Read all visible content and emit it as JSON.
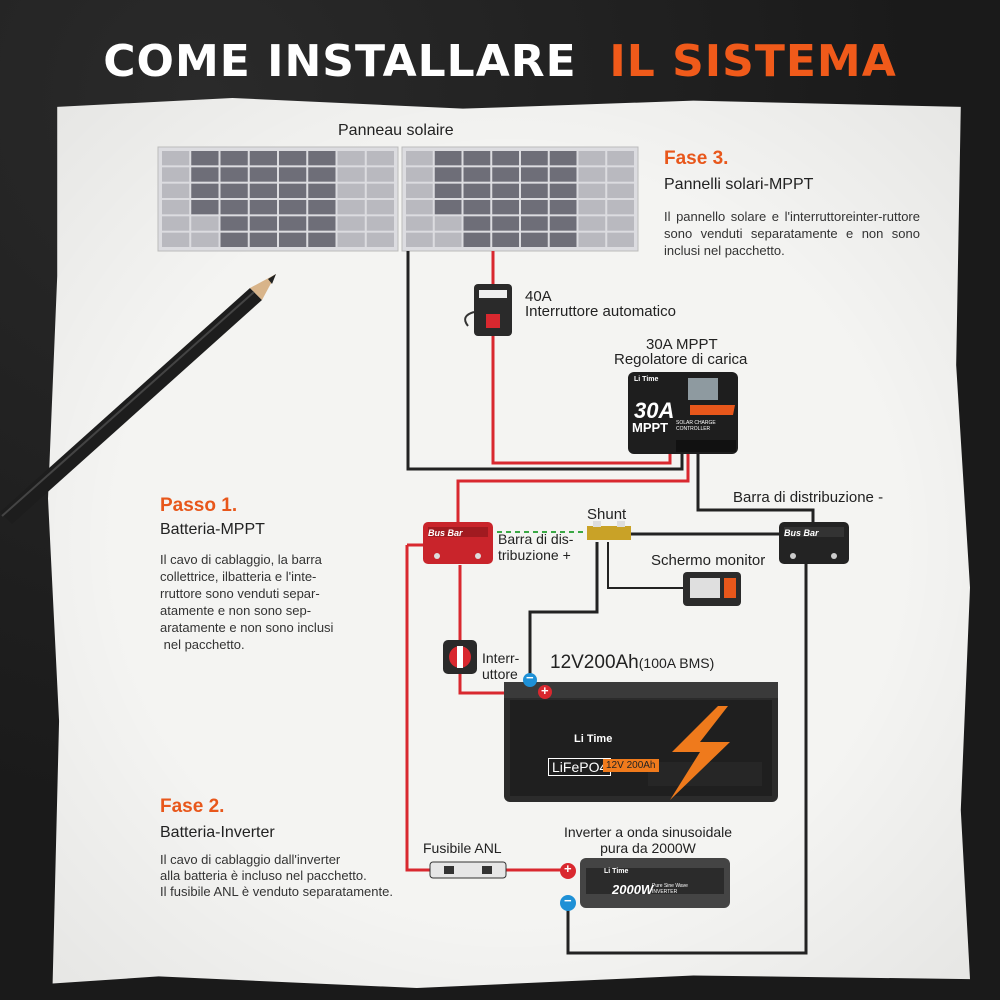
{
  "title": {
    "part1": "COME INSTALLARE",
    "part2": "IL SISTEMA"
  },
  "colors": {
    "accent": "#f05a1a",
    "wire_red": "#d9282f",
    "wire_black": "#222222",
    "paper": "#f4f4f2"
  },
  "labels": {
    "solar_panel": "Panneau solaire",
    "breaker_amp": "40A",
    "breaker": "Interruttore automatico",
    "mppt_amp": "30A MPPT",
    "mppt": "Regolatore di carica",
    "busbar_neg": "Barra di distribuzione -",
    "shunt": "Shunt",
    "busbar_pos_1": "Barra di dis-",
    "busbar_pos_2": "tribuzione +",
    "monitor": "Schermo monitor",
    "switch_1": "Interr-",
    "switch_2": "uttore",
    "battery_main": "12V200Ah",
    "battery_bms": "(100A BMS)",
    "anl_fuse": "Fusibile ANL",
    "inverter_1": "Inverter a onda sinusoidale",
    "inverter_2": "pura da 2000W"
  },
  "device_text": {
    "busbar": "Bus Bar",
    "mppt_big": "30A",
    "mppt_small": "MPPT",
    "mppt_caption": "SOLAR CHARGE CONTROLLER",
    "brand": "Li Time",
    "lifepo4": "LiFePO4",
    "battery_badge": "12V 200Ah",
    "inverter_big": "2000W",
    "inverter_caption": "Pure Sine Wave INVERTER",
    "plus": "+",
    "minus": "−"
  },
  "steps": {
    "fase3": {
      "heading": "Fase 3.",
      "title": "Pannelli solari-MPPT",
      "text": "Il pannello solare e l'interruttoreinter-ruttore sono venduti separatamente e non sono inclusi nel pacchetto."
    },
    "passo1": {
      "heading": "Passo 1.",
      "title": "Batteria-MPPT",
      "lines": [
        "Il cavo di cablaggio, la barra",
        "collettrice, ilbatteria e l'inte-",
        "rruttore sono venduti separ-",
        "atamente e non sono sep-",
        "aratamente e non sono inclusi",
        " nel pacchetto."
      ]
    },
    "fase2": {
      "heading": "Fase 2.",
      "title": "Batteria-Inverter",
      "lines": [
        "Il cavo di cablaggio dall'inverter",
        "alla batteria è incluso nel pacchetto.",
        "Il fusibile ANL è venduto separatamente."
      ]
    }
  },
  "icons": [
    "pencil-icon",
    "lightning-bolt-icon",
    "ce-mark-icon"
  ]
}
